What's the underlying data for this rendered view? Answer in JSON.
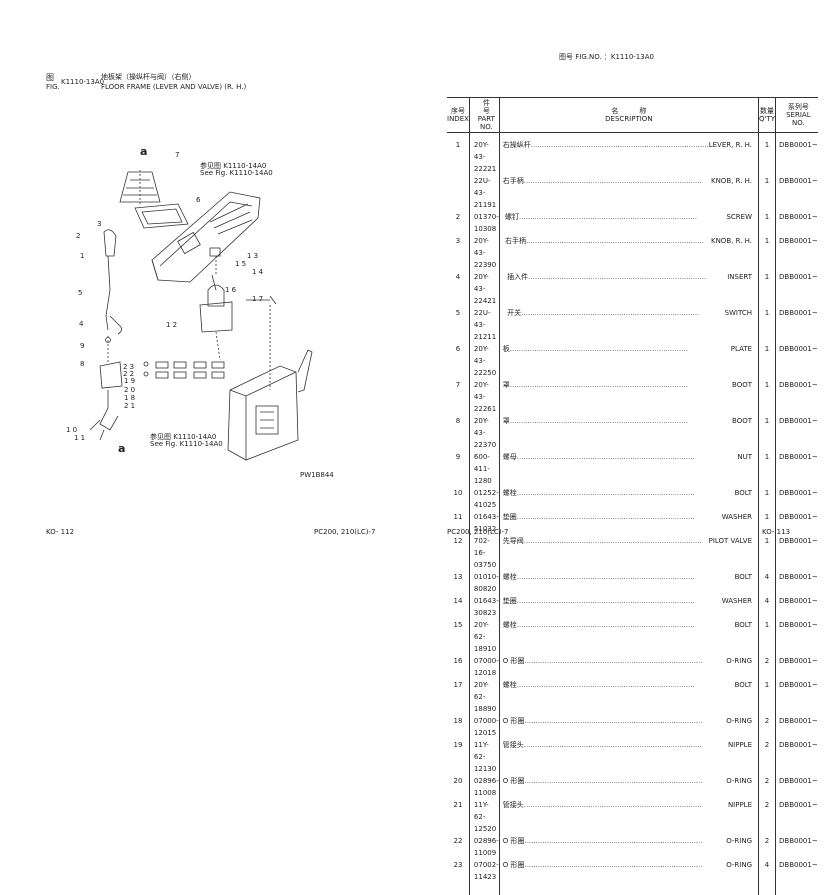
{
  "left_page": {
    "fig_label_cn": "图",
    "fig_label_en": "FIG.",
    "fig_number": "K1110-13A0",
    "title_cn": "地板架（操纵杆与阀）（右侧）",
    "title_en": "FLOOR FRAME (LEVER AND VALVE) (R. H.)",
    "ref_top_cn": "参见图 K1110-14A0",
    "ref_top_en": "See Fig. K1110-14A0",
    "ref_bottom_cn": "参见图 K1110-14A0",
    "ref_bottom_en": "See Fig. K1110-14A0",
    "drawing_code": "PW1B844",
    "page_number": "KO- 112",
    "model": "PC200, 210(LC)-7",
    "callouts": [
      "a",
      "7",
      "6",
      "2",
      "3",
      "1",
      "1 3",
      "1 5",
      "1 4",
      "1 6",
      "5",
      "1 7",
      "1 2",
      "4",
      "9",
      "8",
      "2 3",
      "2 2",
      "1 9",
      "2 0",
      "1 8",
      "2 1",
      "1 0",
      "1 1",
      "a"
    ]
  },
  "right_page": {
    "fig_label": "图号 FIG.NO. ：K1110-13A0",
    "headers": {
      "index_cn": "序号",
      "index_en": "INDEX",
      "part_cn": "件　　号",
      "part_en": "PART NO.",
      "desc_cn": "名　　　称",
      "desc_en": "DESCRIPTION",
      "qty_cn": "数量",
      "qty_en": "Q'TY",
      "serial_cn": "系列号",
      "serial_en": "SERIAL NO."
    },
    "rows": [
      {
        "index": "1",
        "part": "20Y-43-22221",
        "cn": "右操纵杆",
        "en": "LEVER, R. H.",
        "qty": "1",
        "serial": "DBB0001~"
      },
      {
        "index": "",
        "part": "22U-43-21191",
        "cn": "右手柄",
        "en": "KNOB, R. H.",
        "qty": "1",
        "serial": "DBB0001~"
      },
      {
        "index": "2",
        "part": "01370-10308",
        "cn": " 螺钉",
        "en": "SCREW",
        "qty": "1",
        "serial": "DBB0001~"
      },
      {
        "index": "3",
        "part": "20Y-43-22390",
        "cn": " 右手柄",
        "en": "KNOB, R. H.",
        "qty": "1",
        "serial": "DBB0001~"
      },
      {
        "index": "4",
        "part": "20Y-43-22421",
        "cn": "  插入件",
        "en": "INSERT",
        "qty": "1",
        "serial": "DBB0001~"
      },
      {
        "index": "5",
        "part": "22U-43-21211",
        "cn": "  开关",
        "en": "SWITCH",
        "qty": "1",
        "serial": "DBB0001~"
      },
      {
        "index": "6",
        "part": "20Y-43-22250",
        "cn": "板",
        "en": "PLATE",
        "qty": "1",
        "serial": "DBB0001~"
      },
      {
        "index": "7",
        "part": "20Y-43-22261",
        "cn": "罩",
        "en": "BOOT",
        "qty": "1",
        "serial": "DBB0001~"
      },
      {
        "index": "8",
        "part": "20Y-43-22370",
        "cn": "罩",
        "en": "BOOT",
        "qty": "1",
        "serial": "DBB0001~"
      },
      {
        "index": "9",
        "part": "600-411-1280",
        "cn": "螺母",
        "en": "NUT",
        "qty": "1",
        "serial": "DBB0001~"
      },
      {
        "index": "10",
        "part": "01252-41025",
        "cn": "螺栓",
        "en": "BOLT",
        "qty": "1",
        "serial": "DBB0001~"
      },
      {
        "index": "11",
        "part": "01643-51032",
        "cn": "垫圈",
        "en": "WASHER",
        "qty": "1",
        "serial": "DBB0001~"
      },
      {
        "index": "12",
        "part": "702-16-03750",
        "cn": "先导阀",
        "en": "PILOT VALVE",
        "qty": "1",
        "serial": "DBB0001~"
      },
      {
        "index": "13",
        "part": "01010-80820",
        "cn": "螺栓",
        "en": "BOLT",
        "qty": "4",
        "serial": "DBB0001~"
      },
      {
        "index": "14",
        "part": "01643-30823",
        "cn": "垫圈",
        "en": "WASHER",
        "qty": "4",
        "serial": "DBB0001~"
      },
      {
        "index": "15",
        "part": "20Y-62-18910",
        "cn": "螺栓",
        "en": "BOLT",
        "qty": "1",
        "serial": "DBB0001~"
      },
      {
        "index": "16",
        "part": "07000-12018",
        "cn": "O 形圈",
        "en": "O-RING",
        "qty": "2",
        "serial": "DBB0001~"
      },
      {
        "index": "17",
        "part": "20Y-62-18890",
        "cn": "螺栓",
        "en": "BOLT",
        "qty": "1",
        "serial": "DBB0001~"
      },
      {
        "index": "18",
        "part": "07000-12015",
        "cn": "O 形圈",
        "en": "O-RING",
        "qty": "2",
        "serial": "DBB0001~"
      },
      {
        "index": "19",
        "part": "11Y-62-12130",
        "cn": "管接头",
        "en": "NIPPLE",
        "qty": "2",
        "serial": "DBB0001~"
      },
      {
        "index": "20",
        "part": "02896-11008",
        "cn": "O 形圈",
        "en": "O-RING",
        "qty": "2",
        "serial": "DBB0001~"
      },
      {
        "index": "21",
        "part": "11Y-62-12520",
        "cn": "管接头",
        "en": "NIPPLE",
        "qty": "2",
        "serial": "DBB0001~"
      },
      {
        "index": "22",
        "part": "02896-11009",
        "cn": "O 形圈",
        "en": "O-RING",
        "qty": "2",
        "serial": "DBB0001~"
      },
      {
        "index": "23",
        "part": "07002-11423",
        "cn": "O 形圈",
        "en": "O-RING",
        "qty": "4",
        "serial": "DBB0001~"
      }
    ],
    "model": "PC200, 210(LC)-7",
    "page_number": "KO- 113"
  }
}
